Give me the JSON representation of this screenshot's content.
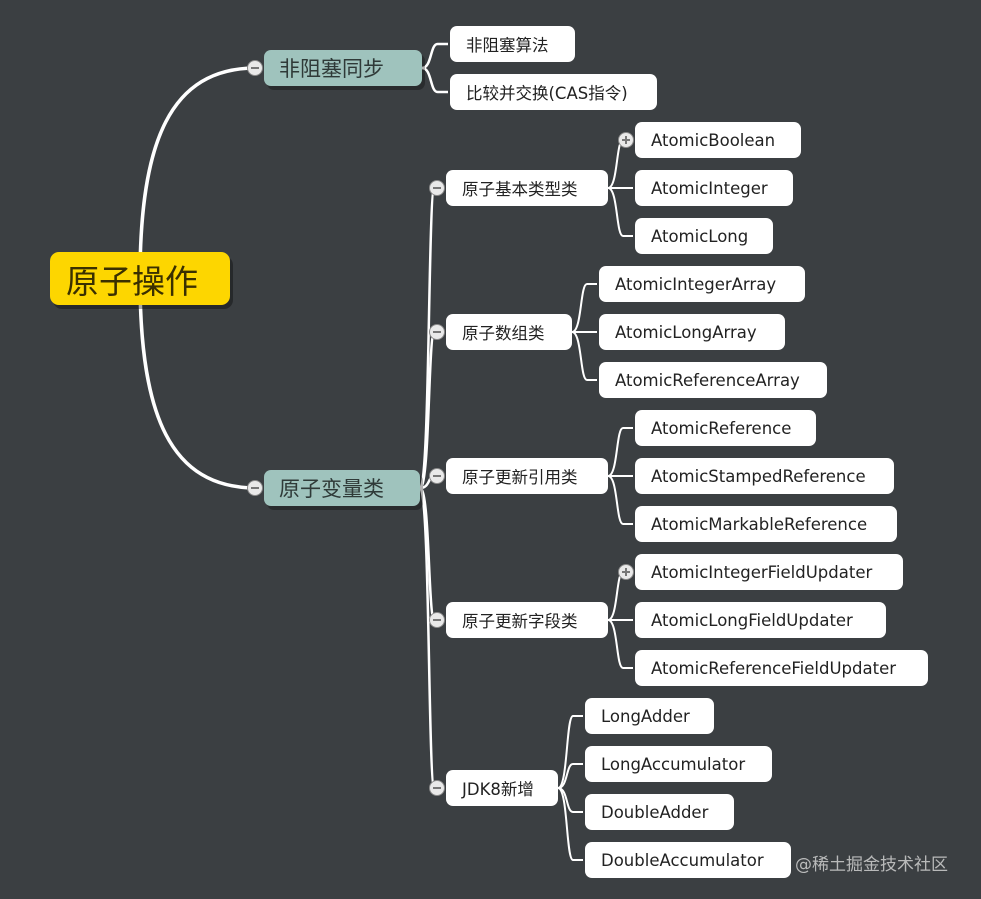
{
  "root": "原子操作",
  "branches": [
    {
      "label": "非阻塞同步",
      "children": [
        "非阻塞算法",
        "比较并交换(CAS指令)"
      ]
    },
    {
      "label": "原子变量类",
      "children": [
        {
          "label": "原子基本类型类",
          "children": [
            "AtomicBoolean",
            "AtomicInteger",
            "AtomicLong"
          ]
        },
        {
          "label": "原子数组类",
          "children": [
            "AtomicIntegerArray",
            "AtomicLongArray",
            "AtomicReferenceArray"
          ]
        },
        {
          "label": "原子更新引用类",
          "children": [
            "AtomicReference",
            "AtomicStampedReference",
            "AtomicMarkableReference"
          ]
        },
        {
          "label": "原子更新字段类",
          "children": [
            "AtomicIntegerFieldUpdater",
            "AtomicLongFieldUpdater",
            "AtomicReferenceFieldUpdater"
          ]
        },
        {
          "label": "JDK8新增",
          "children": [
            "LongAdder",
            "LongAccumulator",
            "DoubleAdder",
            "DoubleAccumulator"
          ]
        }
      ]
    }
  ],
  "watermark": "@稀土掘金技术社区",
  "colors": {
    "background": "#3b3f42",
    "root": "#fdd600",
    "branch": "#9fc3bd",
    "leaf": "#ffffff",
    "line": "#ffffff"
  }
}
